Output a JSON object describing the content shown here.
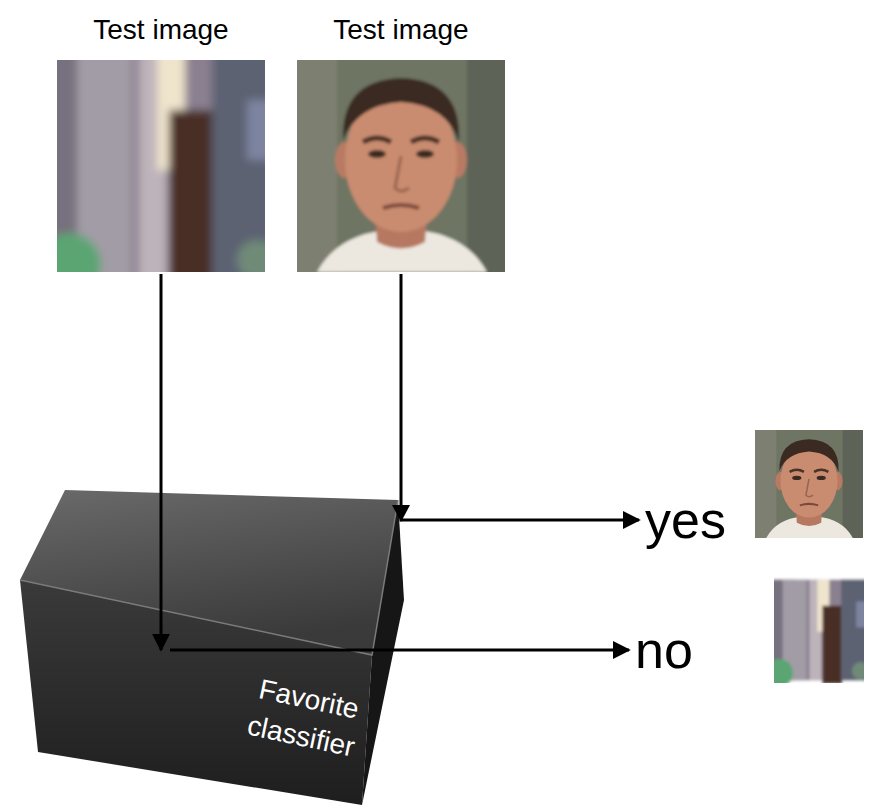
{
  "diagram": {
    "nodes": [
      {
        "text": [
          "Test image"
        ]
      },
      {
        "text": [
          "Test image"
        ]
      },
      {
        "text": [
          "Favorite classifier"
        ]
      },
      {
        "text": [
          "yes"
        ]
      },
      {
        "text": [
          "no"
        ]
      }
    ],
    "edges": [
      {
        "from": 0,
        "to": 2,
        "arrow": "to"
      },
      {
        "from": 2,
        "to": 4,
        "arrow": "to"
      },
      {
        "from": 1,
        "to": 3,
        "arrow": "to"
      }
    ]
  }
}
